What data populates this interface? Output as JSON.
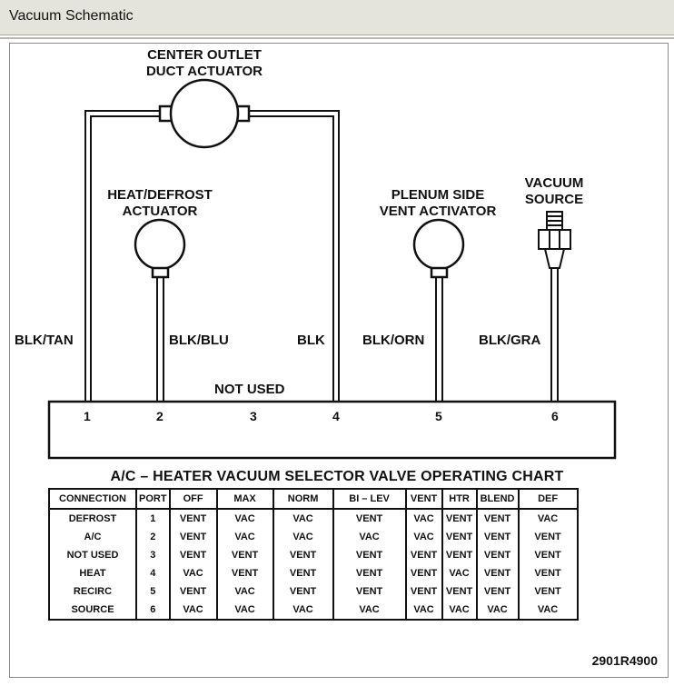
{
  "window": {
    "title": "Vacuum Schematic"
  },
  "diagram": {
    "center_actuator_label": [
      "CENTER OUTLET",
      "DUCT ACTUATOR"
    ],
    "heat_defrost_label": [
      "HEAT/DEFROST",
      "ACTUATOR"
    ],
    "plenum_label": [
      "PLENUM SIDE",
      "VENT ACTIVATOR"
    ],
    "vacuum_source_label": [
      "VACUUM",
      "SOURCE"
    ],
    "hoses": [
      "BLK/TAN",
      "BLK/BLU",
      "BLK",
      "BLK/ORN",
      "BLK/GRA"
    ],
    "not_used_label": "NOT USED",
    "ports": [
      "1",
      "2",
      "3",
      "4",
      "5",
      "6"
    ]
  },
  "chart": {
    "title": "A/C – HEATER VACUUM SELECTOR VALVE OPERATING CHART",
    "columns": [
      "CONNECTION",
      "PORT",
      "OFF",
      "MAX",
      "NORM",
      "BI – LEV",
      "VENT",
      "HTR",
      "BLEND",
      "DEF"
    ],
    "rows": [
      [
        "DEFROST",
        "1",
        "VENT",
        "VAC",
        "VAC",
        "VENT",
        "VAC",
        "VENT",
        "VENT",
        "VAC"
      ],
      [
        "A/C",
        "2",
        "VENT",
        "VAC",
        "VAC",
        "VAC",
        "VAC",
        "VENT",
        "VENT",
        "VENT"
      ],
      [
        "NOT USED",
        "3",
        "VENT",
        "VENT",
        "VENT",
        "VENT",
        "VENT",
        "VENT",
        "VENT",
        "VENT"
      ],
      [
        "HEAT",
        "4",
        "VAC",
        "VENT",
        "VENT",
        "VENT",
        "VENT",
        "VAC",
        "VENT",
        "VENT"
      ],
      [
        "RECIRC",
        "5",
        "VENT",
        "VAC",
        "VENT",
        "VENT",
        "VENT",
        "VENT",
        "VENT",
        "VENT"
      ],
      [
        "SOURCE",
        "6",
        "VAC",
        "VAC",
        "VAC",
        "VAC",
        "VAC",
        "VAC",
        "VAC",
        "VAC"
      ]
    ]
  },
  "figure_id": "2901R4900"
}
